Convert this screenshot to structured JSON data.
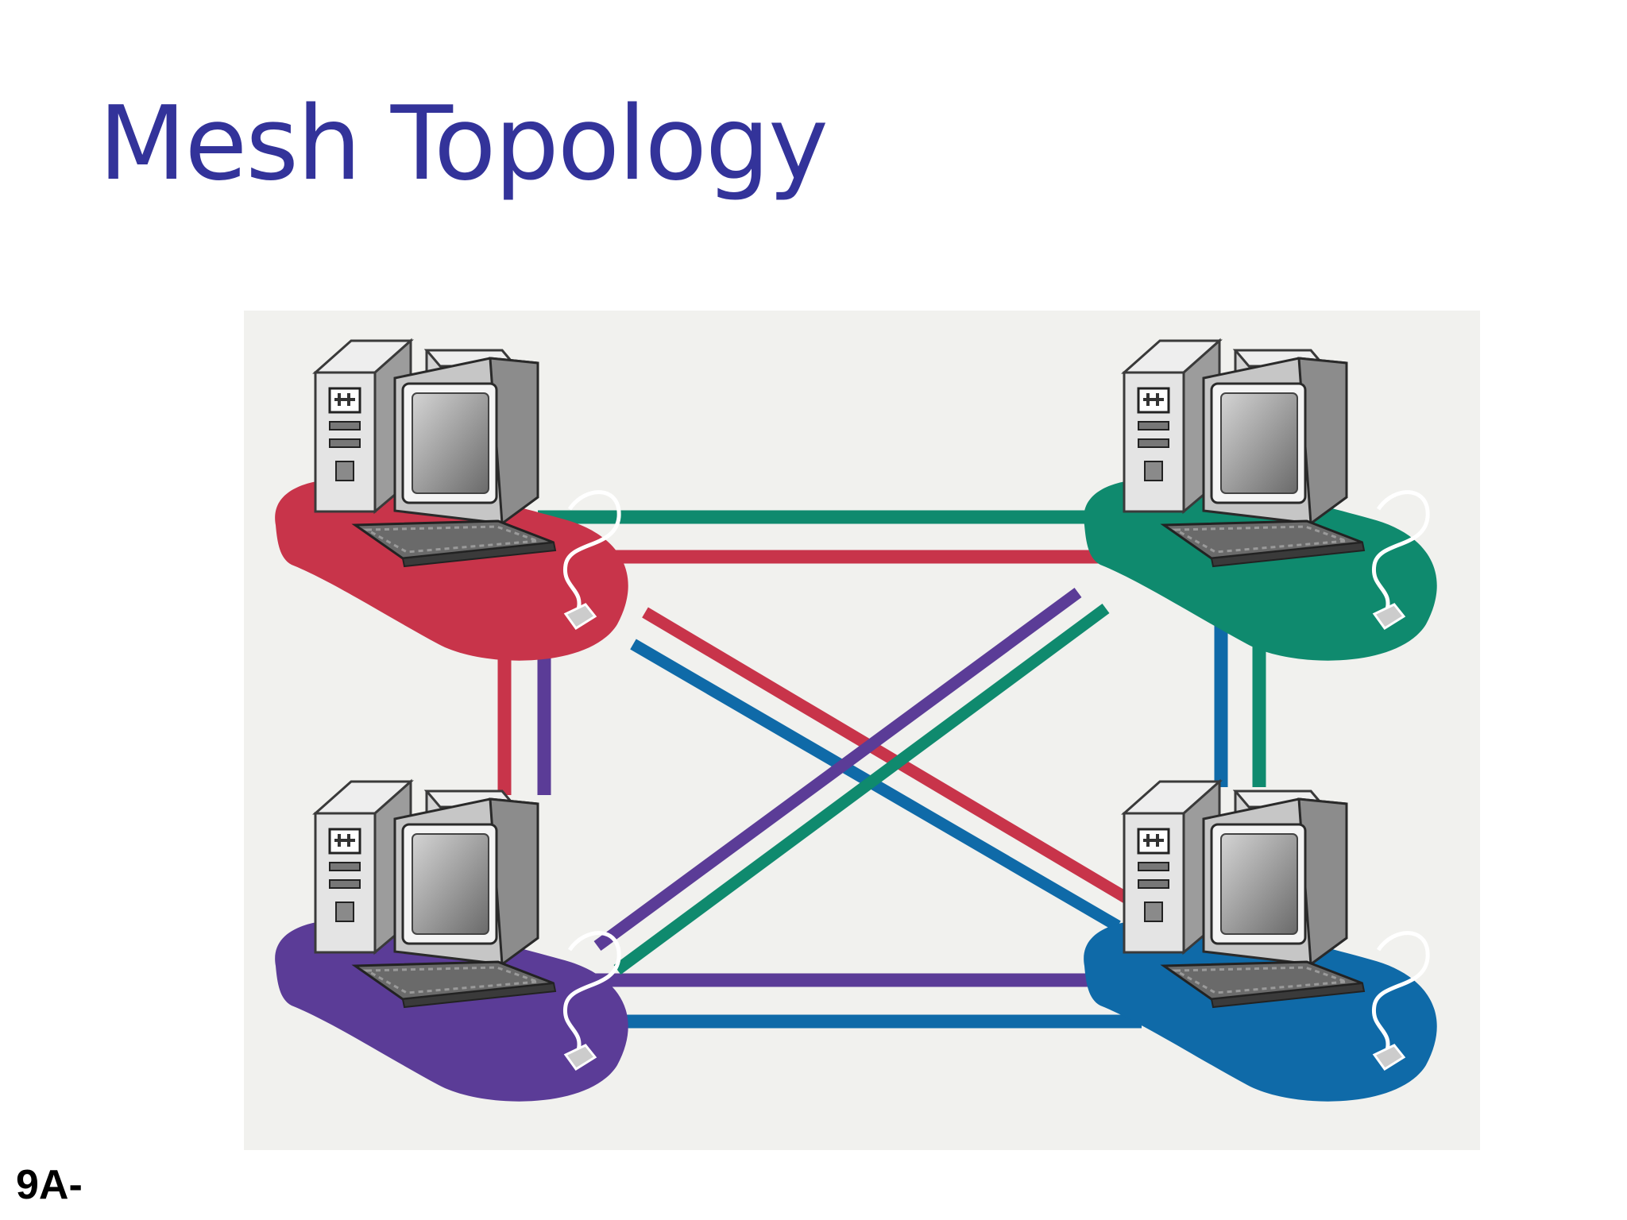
{
  "slide": {
    "title": "Mesh Topology",
    "slide_number": "9A-"
  },
  "colors": {
    "title": "#33339a",
    "panel_background": "#f1f1ee",
    "node_red": "#c8344a",
    "node_teal": "#0f8a6e",
    "node_purple": "#5b3c97",
    "node_blue": "#0f6aa8"
  },
  "diagram": {
    "nodes": [
      {
        "id": "node-top-left",
        "color_key": "node_red",
        "icon": "desktop-computer-icon"
      },
      {
        "id": "node-top-right",
        "color_key": "node_teal",
        "icon": "desktop-computer-icon"
      },
      {
        "id": "node-bottom-left",
        "color_key": "node_purple",
        "icon": "desktop-computer-icon"
      },
      {
        "id": "node-bottom-right",
        "color_key": "node_blue",
        "icon": "desktop-computer-icon"
      }
    ],
    "links": [
      {
        "from": "node-top-left",
        "to": "node-top-right",
        "colors": [
          "node_teal",
          "node_red"
        ]
      },
      {
        "from": "node-bottom-left",
        "to": "node-bottom-right",
        "colors": [
          "node_purple",
          "node_blue"
        ]
      },
      {
        "from": "node-top-left",
        "to": "node-bottom-left",
        "colors": [
          "node_red",
          "node_purple"
        ]
      },
      {
        "from": "node-top-right",
        "to": "node-bottom-right",
        "colors": [
          "node_blue",
          "node_teal"
        ]
      },
      {
        "from": "node-top-left",
        "to": "node-bottom-right",
        "colors": [
          "node_red",
          "node_blue"
        ]
      },
      {
        "from": "node-top-right",
        "to": "node-bottom-left",
        "colors": [
          "node_purple",
          "node_teal"
        ]
      }
    ]
  }
}
